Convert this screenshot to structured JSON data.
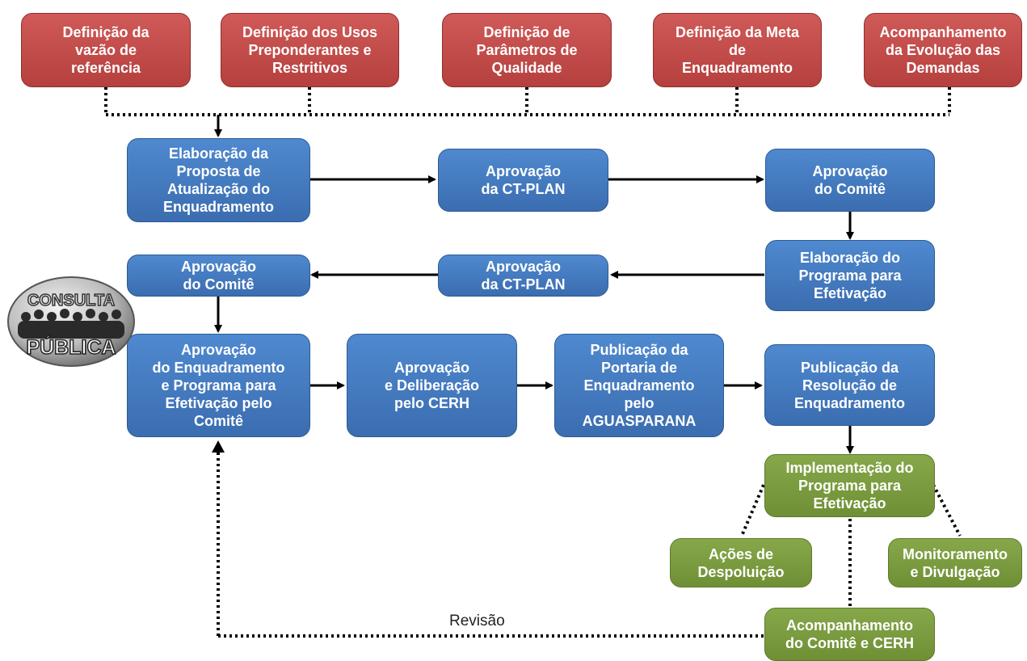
{
  "top_row": [
    "Definição da\nvazão de\nreferência",
    "Definição dos Usos\nPreponderantes e\nRestritivos",
    "Definição  de\nParâmetros de\nQualidade",
    "Definição da Meta\nde\nEnquadramento",
    "Acompanhamento\nda Evolução das\nDemandas"
  ],
  "flow": {
    "proposta": "Elaboração da\nProposta de\nAtualização do\nEnquadramento",
    "ctplan1": "Aprovação\nda CT-PLAN",
    "comite1": "Aprovação\ndo Comitê",
    "programa": "Elaboração do\nPrograma para\nEfetivação",
    "ctplan2": "Aprovação\nda CT-PLAN",
    "comite2": "Aprovação\ndo Comitê",
    "enquadramento_comite": "Aprovação\ndo Enquadramento\ne Programa para\nEfetivação pelo\nComitê",
    "cerh": "Aprovação\ne Deliberação\npelo CERH",
    "portaria": "Publicação da\nPortaria de\nEnquadramento\npelo\nAGUASPARANA",
    "resolucao": "Publicação da\nResolução de\nEnquadramento"
  },
  "implementation": {
    "programa": "Implementação do\nPrograma para\nEfetivação",
    "despoluicao": "Ações de\nDespoluição",
    "monitoramento": "Monitoramento\ne Divulgação",
    "acompanhamento": "Acompanhamento\ndo Comitê e CERH"
  },
  "revisao_label": "Revisão",
  "badge": {
    "top": "CONSULTA",
    "bottom": "PÚBLICA"
  },
  "colors": {
    "red": "#c24a48",
    "blue": "#4378be",
    "green": "#7a9a3e"
  }
}
